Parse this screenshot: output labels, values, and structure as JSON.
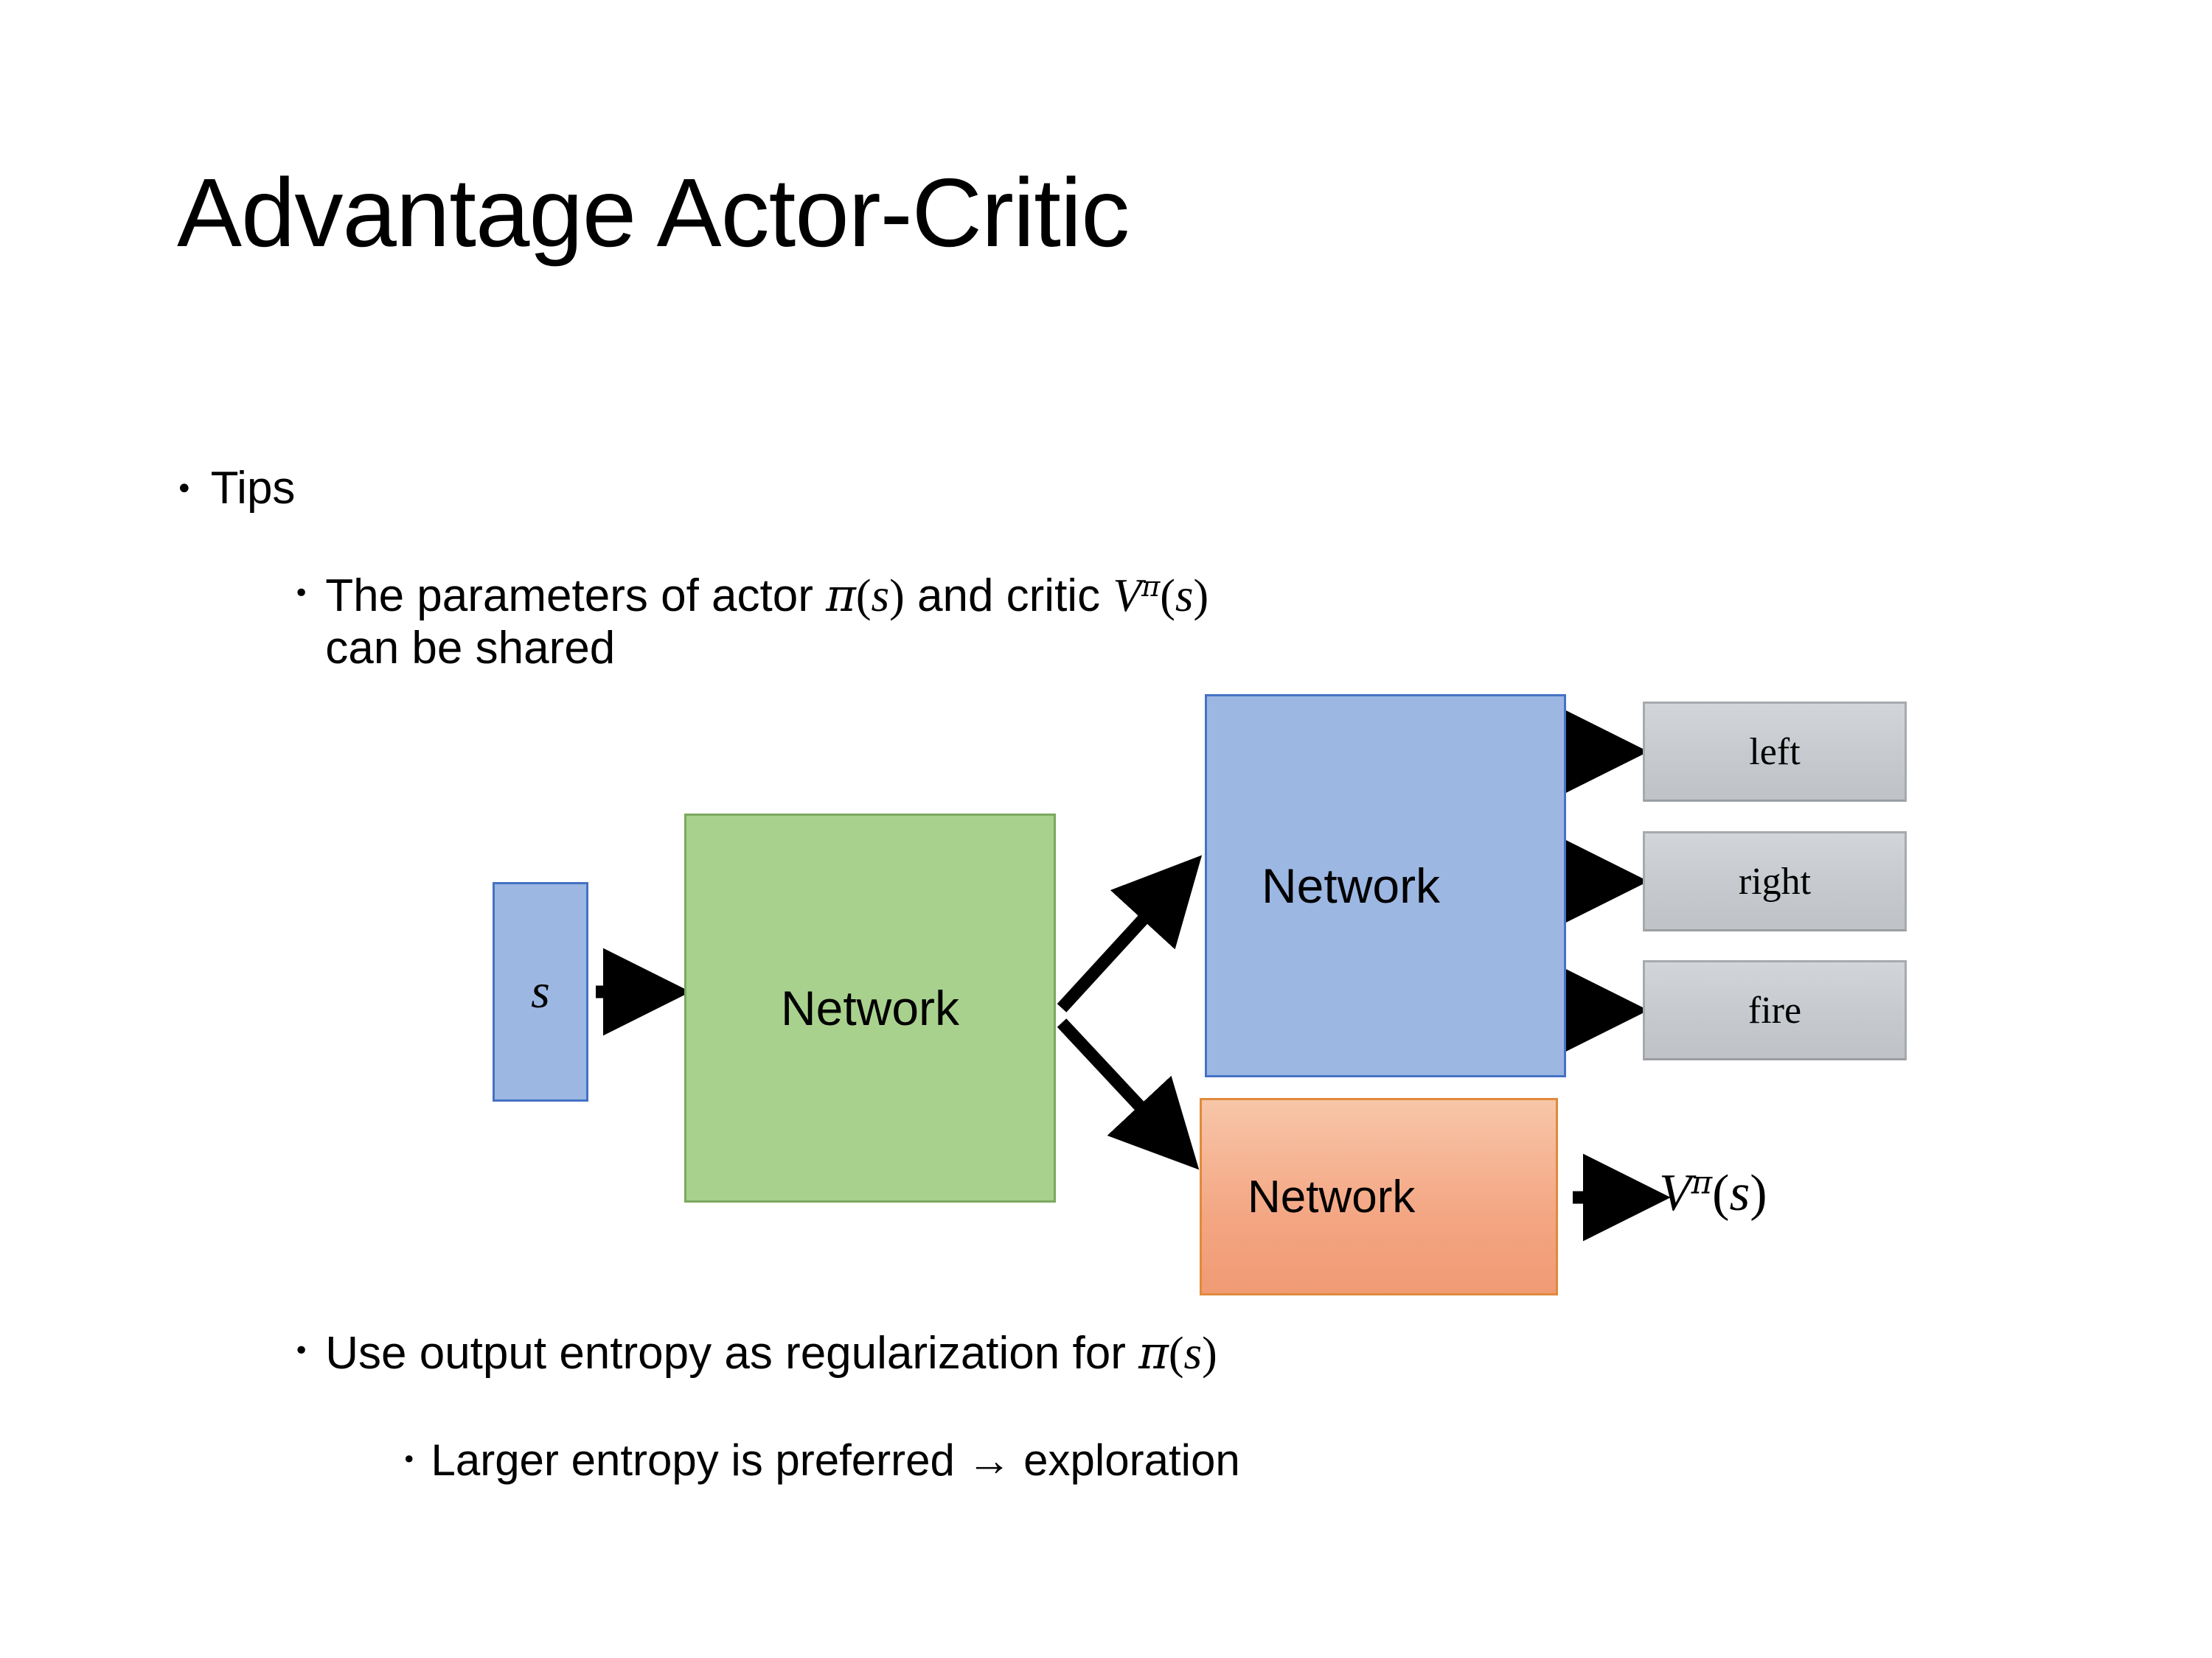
{
  "slide": {
    "title": "Advantage Actor-Critic",
    "background_color": "#FFFFFF"
  },
  "bullets": {
    "tips": "Tips",
    "parameters_line": {
      "pre": "The parameters of actor ",
      "actor_symbol": "π(s)",
      "mid": "  and critic ",
      "critic_symbol": "Vπ(s)",
      "wrap": "can be shared"
    },
    "entropy": {
      "pre": "Use output entropy as regularization for ",
      "symbol": "π(s)"
    },
    "larger_entropy": "Larger entropy is preferred → exploration"
  },
  "diagram": {
    "state_node": {
      "label": "s",
      "fill": "#9DB7E3",
      "stroke": "#4472C4"
    },
    "shared_network": {
      "label": "Network",
      "fill": "#A9D18E",
      "stroke": "#7CA85F"
    },
    "actor_network": {
      "label": "Network",
      "fill": "#9DB7E3",
      "stroke": "#4472C4"
    },
    "critic_network": {
      "label": "Network",
      "fill": "#F4A582",
      "stroke": "#E08A3C"
    },
    "actions": [
      {
        "label": "left",
        "fill": "#C6CACE",
        "stroke": "#A6AAAE"
      },
      {
        "label": "right",
        "fill": "#C6CACE",
        "stroke": "#A6AAAE"
      },
      {
        "label": "fire",
        "fill": "#C6CACE",
        "stroke": "#A6AAAE"
      }
    ],
    "critic_output": {
      "base": "V",
      "superscript": "π",
      "arg": "(s)"
    },
    "arrow_color": "#000000"
  }
}
